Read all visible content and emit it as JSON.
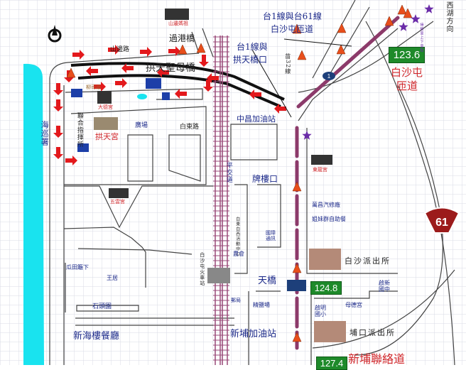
{
  "map": {
    "colors": {
      "sea": "#19e3ef",
      "arrow": "#e3191c",
      "railway": "#9a4a78",
      "highway": "#8c3a6a",
      "cone": "#e84e1b",
      "star": "#6a2ca8",
      "km_marker": "#1e8a2a",
      "grid": "#d8dbe6"
    },
    "labels": {
      "shanbian_temple": "山邊媽祖",
      "guogang_bridge": "過港橋",
      "shanbian_road": "山邊路",
      "gongtian_bridge": "拱天聖母橋",
      "liusi": "柳司福",
      "dade_temple": "大德宮",
      "command_post": "聯合指揮所",
      "gongtian_temple": "拱天宮",
      "plaza": "廣場",
      "baidong_road": "白東路",
      "coast_guard": "海巡署",
      "level_crossing": "平交道",
      "wuyun_temple": "五雲宮",
      "guatian": "瓜田籬下",
      "wangju": "王居",
      "stone_garden": "石頭園",
      "xinhailou": "新海樓餐廳",
      "baishatun_station": "白沙屯火車站",
      "t1_t61_line1": "台1線與台61線",
      "t1_t61_line2": "白沙屯匝道",
      "t1_gongtian_line1": "台1線與",
      "t1_gongtian_line2": "拱天橋口",
      "miao32": "苗32線",
      "ramp_line1": "白沙屯",
      "ramp_line2": "匝道",
      "xihu_direction": "西湖方向",
      "shuttle_stop": "接駁車上下車點",
      "zhongchang_gas": "中昌加油站",
      "pailou": "牌樓口",
      "donglong_temple": "東龍宮",
      "wanchang": "萬昌汽修廠",
      "jiemei": "姐妹群自助餐",
      "activity_center": "白東白西活動中心",
      "guowei": "國瑋通訊",
      "farmers_assoc": "農會",
      "baisha_police": "白沙派出所",
      "skybridge": "天橋",
      "qixin_junior": "啟新國中",
      "post_office": "郵局",
      "salt_field": "精鹽場",
      "mude_temple": "母德宮",
      "qiming_elementary": "啟明國小",
      "xinpu_gas": "新埔加油站",
      "pukou_police": "埔口派出所",
      "xinpu_link": "新埔聯絡道"
    },
    "km_markers": [
      "123.6",
      "124.8",
      "127.4"
    ],
    "route_shields": {
      "t1": "1",
      "t61": "61"
    }
  }
}
